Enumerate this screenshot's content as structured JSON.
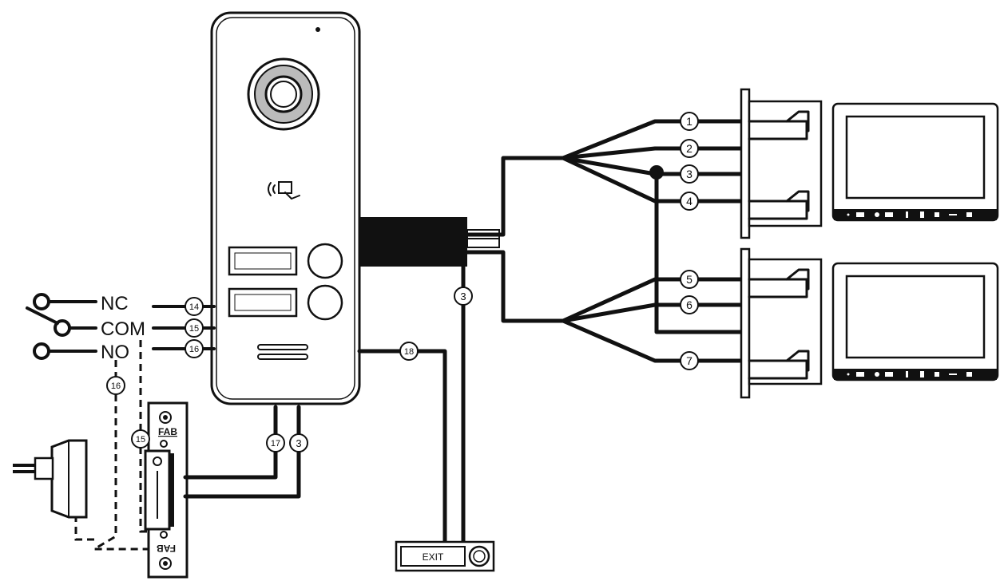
{
  "contacts": [
    "NC",
    "COM",
    "NO"
  ],
  "terminals": {
    "t1": "1",
    "t2": "2",
    "t3": "3",
    "t4": "4",
    "t5": "5",
    "t6": "6",
    "t7": "7",
    "t14": "14",
    "t15": "15",
    "t16": "16",
    "t17": "17",
    "t18": "18",
    "t3_exit": "3",
    "t3_lock": "3",
    "t15_dash": "15",
    "t16_dash": "16"
  },
  "exit_button": {
    "label": "EXIT"
  },
  "lock": {
    "brand_top": "FAB",
    "brand_bottom": "FAB"
  },
  "colors": {
    "line": "#111111",
    "background": "#ffffff"
  }
}
